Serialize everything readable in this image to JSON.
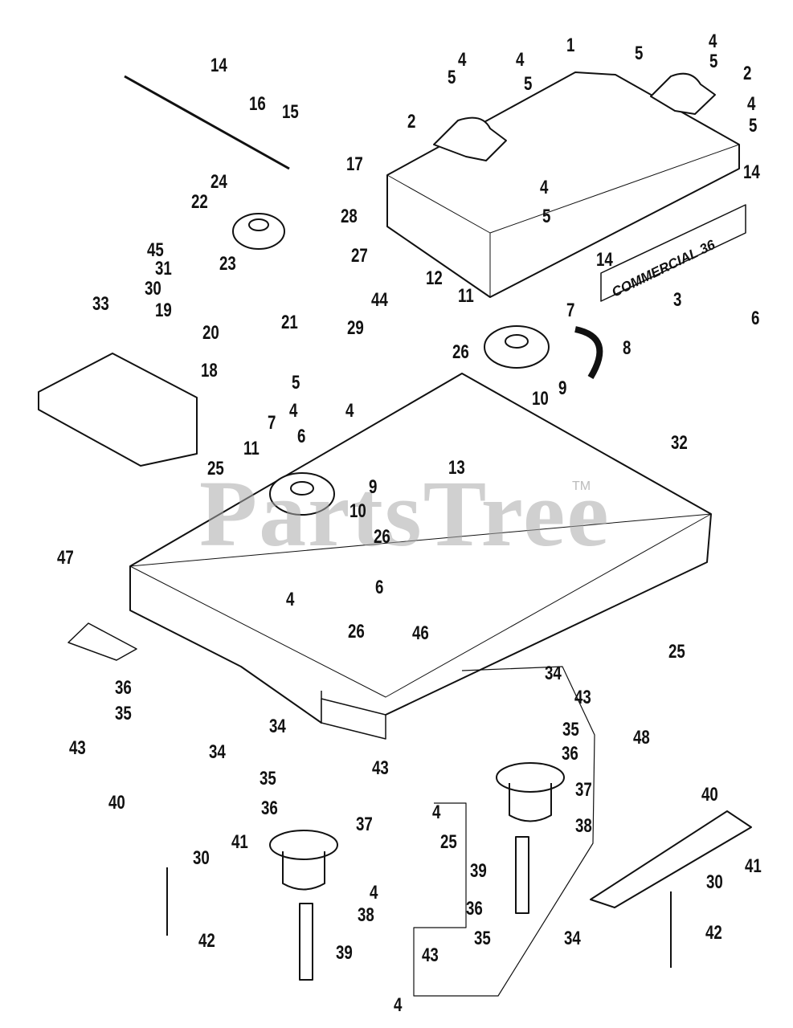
{
  "diagram": {
    "title": "Commercial 36 mower deck exploded parts diagram",
    "watermark": "PartsTree",
    "watermark_tm": "TM",
    "decal_text": "COMMERCIAL 36",
    "callouts": [
      {
        "id": "c1",
        "label": "1"
      },
      {
        "id": "c2a",
        "label": "2"
      },
      {
        "id": "c2b",
        "label": "2"
      },
      {
        "id": "c3",
        "label": "3"
      },
      {
        "id": "c4a",
        "label": "4"
      },
      {
        "id": "c4b",
        "label": "4"
      },
      {
        "id": "c4c",
        "label": "4"
      },
      {
        "id": "c4d",
        "label": "4"
      },
      {
        "id": "c4e",
        "label": "4"
      },
      {
        "id": "c4f",
        "label": "4"
      },
      {
        "id": "c4g",
        "label": "4"
      },
      {
        "id": "c4h",
        "label": "4"
      },
      {
        "id": "c4i",
        "label": "4"
      },
      {
        "id": "c4j",
        "label": "4"
      },
      {
        "id": "c4k",
        "label": "4"
      },
      {
        "id": "c5a",
        "label": "5"
      },
      {
        "id": "c5b",
        "label": "5"
      },
      {
        "id": "c5c",
        "label": "5"
      },
      {
        "id": "c5d",
        "label": "5"
      },
      {
        "id": "c5e",
        "label": "5"
      },
      {
        "id": "c5f",
        "label": "5"
      },
      {
        "id": "c5g",
        "label": "5"
      },
      {
        "id": "c6a",
        "label": "6"
      },
      {
        "id": "c6b",
        "label": "6"
      },
      {
        "id": "c6c",
        "label": "6"
      },
      {
        "id": "c7a",
        "label": "7"
      },
      {
        "id": "c7b",
        "label": "7"
      },
      {
        "id": "c8",
        "label": "8"
      },
      {
        "id": "c9a",
        "label": "9"
      },
      {
        "id": "c9b",
        "label": "9"
      },
      {
        "id": "c10a",
        "label": "10"
      },
      {
        "id": "c10b",
        "label": "10"
      },
      {
        "id": "c11a",
        "label": "11"
      },
      {
        "id": "c11b",
        "label": "11"
      },
      {
        "id": "c12",
        "label": "12"
      },
      {
        "id": "c13",
        "label": "13"
      },
      {
        "id": "c14a",
        "label": "14"
      },
      {
        "id": "c14b",
        "label": "14"
      },
      {
        "id": "c14c",
        "label": "14"
      },
      {
        "id": "c15",
        "label": "15"
      },
      {
        "id": "c16",
        "label": "16"
      },
      {
        "id": "c17",
        "label": "17"
      },
      {
        "id": "c18",
        "label": "18"
      },
      {
        "id": "c19",
        "label": "19"
      },
      {
        "id": "c20",
        "label": "20"
      },
      {
        "id": "c21",
        "label": "21"
      },
      {
        "id": "c22",
        "label": "22"
      },
      {
        "id": "c23",
        "label": "23"
      },
      {
        "id": "c24",
        "label": "24"
      },
      {
        "id": "c25a",
        "label": "25"
      },
      {
        "id": "c25b",
        "label": "25"
      },
      {
        "id": "c25c",
        "label": "25"
      },
      {
        "id": "c26a",
        "label": "26"
      },
      {
        "id": "c26b",
        "label": "26"
      },
      {
        "id": "c26c",
        "label": "26"
      },
      {
        "id": "c27",
        "label": "27"
      },
      {
        "id": "c28",
        "label": "28"
      },
      {
        "id": "c29",
        "label": "29"
      },
      {
        "id": "c30a",
        "label": "30"
      },
      {
        "id": "c30b",
        "label": "30"
      },
      {
        "id": "c30c",
        "label": "30"
      },
      {
        "id": "c31",
        "label": "31"
      },
      {
        "id": "c32",
        "label": "32"
      },
      {
        "id": "c33",
        "label": "33"
      },
      {
        "id": "c34a",
        "label": "34"
      },
      {
        "id": "c34b",
        "label": "34"
      },
      {
        "id": "c34c",
        "label": "34"
      },
      {
        "id": "c34d",
        "label": "34"
      },
      {
        "id": "c35a",
        "label": "35"
      },
      {
        "id": "c35b",
        "label": "35"
      },
      {
        "id": "c35c",
        "label": "35"
      },
      {
        "id": "c35d",
        "label": "35"
      },
      {
        "id": "c36a",
        "label": "36"
      },
      {
        "id": "c36b",
        "label": "36"
      },
      {
        "id": "c36c",
        "label": "36"
      },
      {
        "id": "c36d",
        "label": "36"
      },
      {
        "id": "c37a",
        "label": "37"
      },
      {
        "id": "c37b",
        "label": "37"
      },
      {
        "id": "c38a",
        "label": "38"
      },
      {
        "id": "c38b",
        "label": "38"
      },
      {
        "id": "c39a",
        "label": "39"
      },
      {
        "id": "c39b",
        "label": "39"
      },
      {
        "id": "c40a",
        "label": "40"
      },
      {
        "id": "c40b",
        "label": "40"
      },
      {
        "id": "c41a",
        "label": "41"
      },
      {
        "id": "c41b",
        "label": "41"
      },
      {
        "id": "c42a",
        "label": "42"
      },
      {
        "id": "c42b",
        "label": "42"
      },
      {
        "id": "c43a",
        "label": "43"
      },
      {
        "id": "c43b",
        "label": "43"
      },
      {
        "id": "c43c",
        "label": "43"
      },
      {
        "id": "c43d",
        "label": "43"
      },
      {
        "id": "c44",
        "label": "44"
      },
      {
        "id": "c45",
        "label": "45"
      },
      {
        "id": "c46",
        "label": "46"
      },
      {
        "id": "c47",
        "label": "47"
      },
      {
        "id": "c48",
        "label": "48"
      }
    ]
  }
}
